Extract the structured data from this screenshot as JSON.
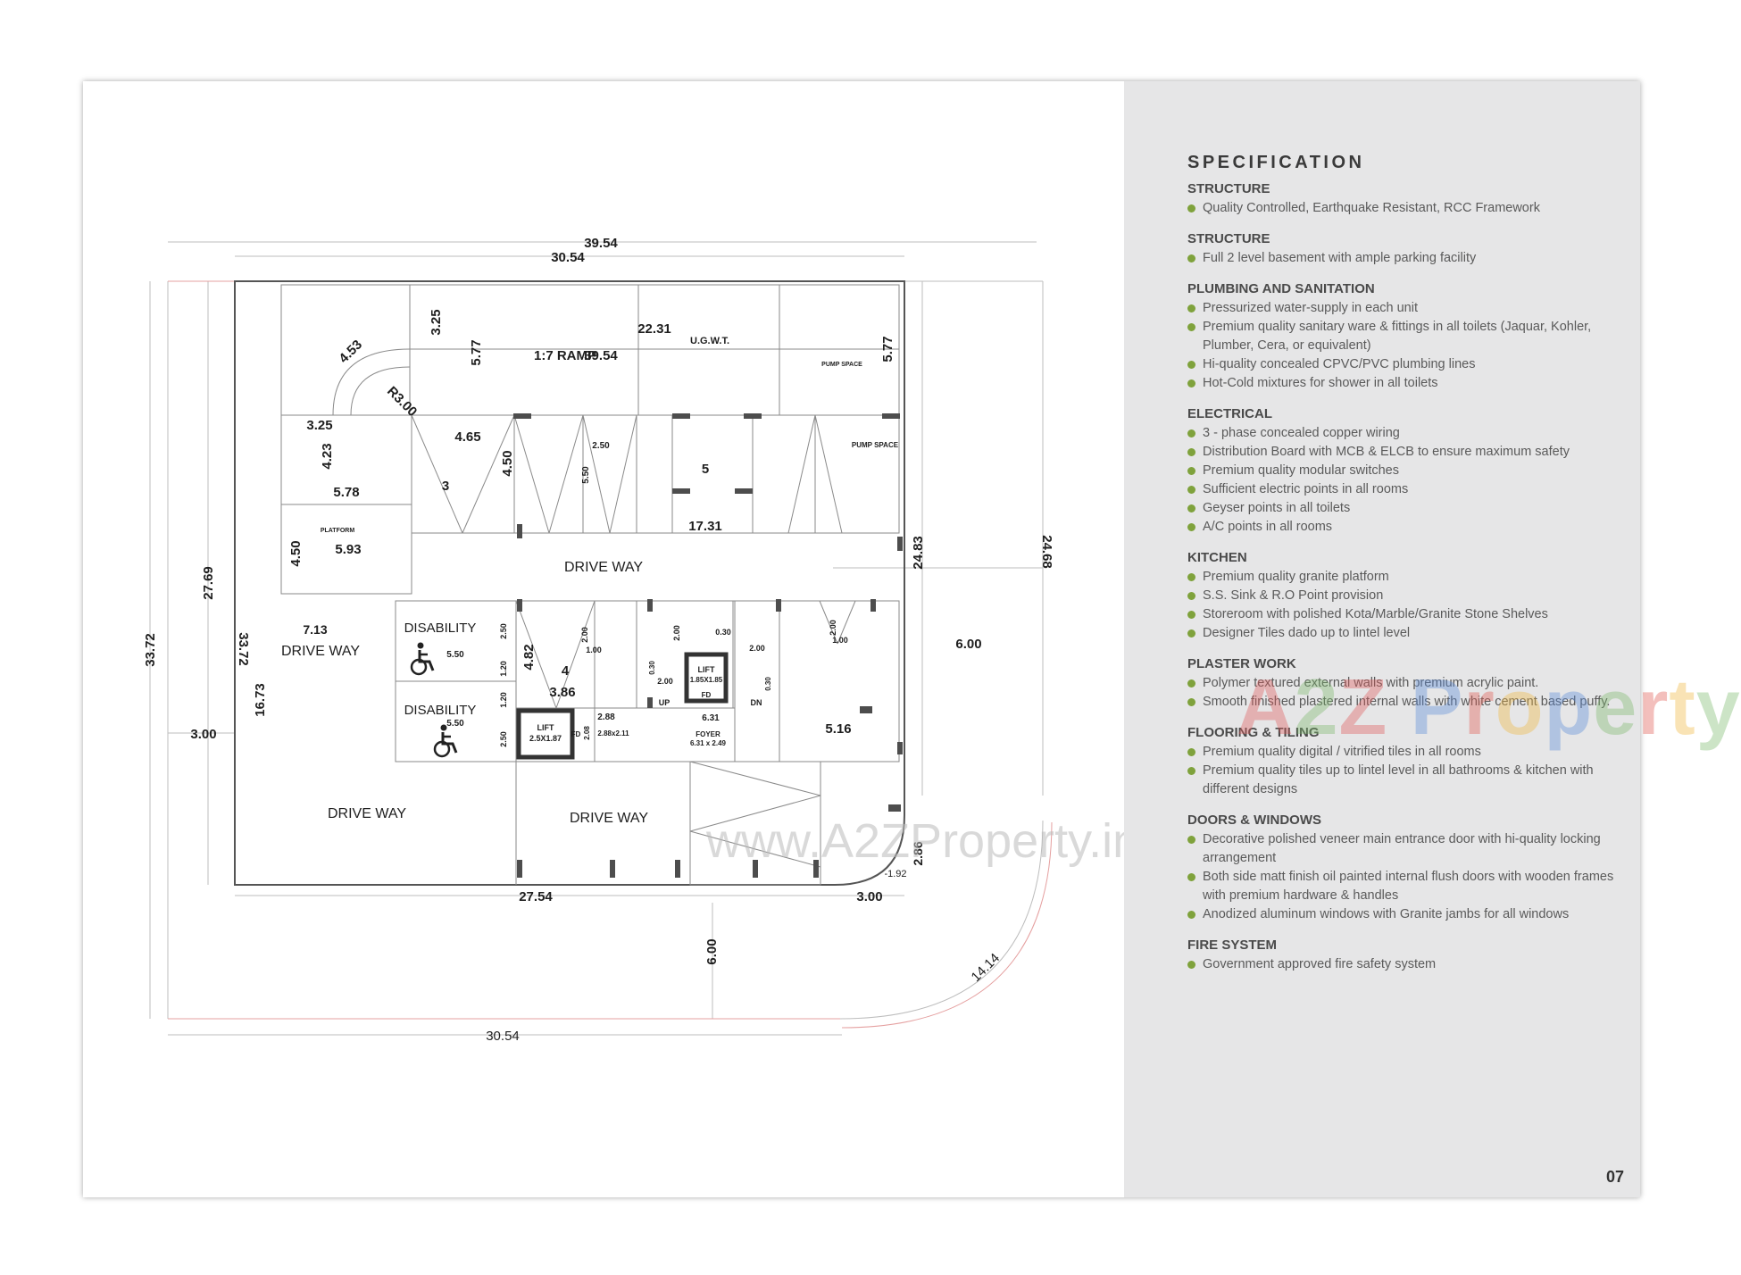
{
  "specification": {
    "title": "SPECIFICATION",
    "sections": [
      {
        "heading": "STRUCTURE",
        "items": [
          "Quality Controlled, Earthquake Resistant, RCC Framework"
        ]
      },
      {
        "heading": "STRUCTURE",
        "items": [
          "Full 2 level basement with ample parking facility"
        ]
      },
      {
        "heading": "PLUMBING AND SANITATION",
        "items": [
          "Pressurized water-supply in each unit",
          "Premium quality sanitary ware & fittings in all toilets (Jaquar, Kohler, Plumber, Cera, or equivalent)",
          "Hi-quality concealed CPVC/PVC plumbing lines",
          "Hot-Cold mixtures for shower in all toilets"
        ]
      },
      {
        "heading": "ELECTRICAL",
        "items": [
          "3 - phase concealed copper wiring",
          "Distribution Board with MCB & ELCB to ensure maximum safety",
          "Premium quality modular switches",
          "Sufficient electric points in all rooms",
          "Geyser points in all toilets",
          "A/C points in all rooms"
        ]
      },
      {
        "heading": "KITCHEN",
        "items": [
          "Premium quality granite platform",
          "S.S. Sink & R.O Point provision",
          "Storeroom with polished Kota/Marble/Granite Stone Shelves",
          "Designer Tiles dado up to lintel level"
        ]
      },
      {
        "heading": "PLASTER WORK",
        "items": [
          "Polymer textured external walls with premium acrylic paint.",
          "Smooth finished plastered internal walls with white cement based puffy."
        ]
      },
      {
        "heading": "FLOORING & TILING",
        "items": [
          "Premium quality digital / vitrified tiles in all rooms",
          "Premium quality tiles up to lintel level in all bathrooms & kitchen with different designs"
        ]
      },
      {
        "heading": "DOORS & WINDOWS",
        "items": [
          "Decorative polished veneer main entrance door with hi-quality locking arrangement",
          "Both side matt finish oil painted internal flush doors with wooden frames with premium hardware & handles",
          "Anodized aluminum windows with Granite jambs for all windows"
        ]
      },
      {
        "heading": "FIRE SYSTEM",
        "items": [
          "Government approved fire safety system"
        ]
      }
    ]
  },
  "page_number": "07",
  "watermark": {
    "logo_text": "A2Z Property",
    "url": "www.A2ZProperty.in"
  },
  "plan": {
    "dim_top_overall": "39.54",
    "dim_top_inner": "30.54",
    "dim_left_overall": "33.72",
    "dim_left_inner": "27.69",
    "dim_left_2": "33.72",
    "dim_left_3": "16.73",
    "dim_left_offset": "3.00",
    "dim_right_1": "24.83",
    "dim_right_2": "24.68",
    "dim_right_offset": "6.00",
    "dim_bottom_1": "27.54",
    "dim_bottom_2": "3.00",
    "dim_bottom_3": "30.54",
    "dim_bottom_offset": "6.00",
    "dim_arc": "14.14",
    "dim_corner_1": "2.86",
    "dim_corner_2": "-1.92",
    "ramp_label": "1:7 RAMP",
    "ramp_length": "39.54",
    "ramp_dim_1": "3.25",
    "ramp_dim_2": "5.77",
    "ramp_dim_3": "22.31",
    "ramp_dim_4": "5.77",
    "ramp_curve_1": "4.53",
    "ramp_radius": "R3.00",
    "ugwt": "U.G.W.T.",
    "pump_space_1": "PUMP SPACE",
    "pump_space_2": "PUMP SPACE",
    "left_dim_1": "3.25",
    "left_dim_2": "4.23",
    "left_dim_3": "5.78",
    "bay_3_width": "4.65",
    "bay_3_height": "4.50",
    "bay_3_no": "3",
    "bay_5_no": "5",
    "bay_5_slot": "2.50",
    "bay_5_depth": "5.50",
    "bay_5_length": "17.31",
    "platform": "PLATFORM",
    "platform_h": "4.50",
    "platform_w": "5.93",
    "driveway_1": "DRIVE WAY",
    "driveway_2": "DRIVE WAY",
    "driveway_3": "DRIVE WAY",
    "driveway_4": "DRIVE WAY",
    "dim_713": "7.13",
    "disability_1": "DISABILITY",
    "disability_2": "DISABILITY",
    "disability_dim_1": "5.50",
    "disability_dim_2": "5.50",
    "disability_h_1": "2.50",
    "disability_h_2": "1.20",
    "disability_h_3": "1.20",
    "disability_h_4": "2.50",
    "bay_4_no": "4",
    "bay_4_h": "4.82",
    "bay_4_w": "3.86",
    "bay_4_d1": "2.00",
    "bay_4_d2": "1.00",
    "lift_1": "LIFT",
    "lift_1_size": "2.5X1.87",
    "lift_1_fd": "FD",
    "lift_1_d1": "2.08",
    "lift_1_d2": "2.88",
    "lift_1_d3": "2.88x2.11",
    "lift_2": "LIFT",
    "lift_2_size": "1.85X1.85",
    "lift_2_fd": "FD",
    "stair_up": "UP",
    "stair_dn": "DN",
    "stair_d1": "2.00",
    "stair_d2": "0.30",
    "stair_d3": "2.00",
    "stair_d4": "2.00",
    "stair_d5": "0.30",
    "stair_d6": "0.30",
    "foyer": "FOYER",
    "foyer_size": "6.31 x 2.49",
    "foyer_w": "6.31",
    "right_d1": "2.00",
    "right_d2": "1.00",
    "right_d3": "5.16"
  }
}
